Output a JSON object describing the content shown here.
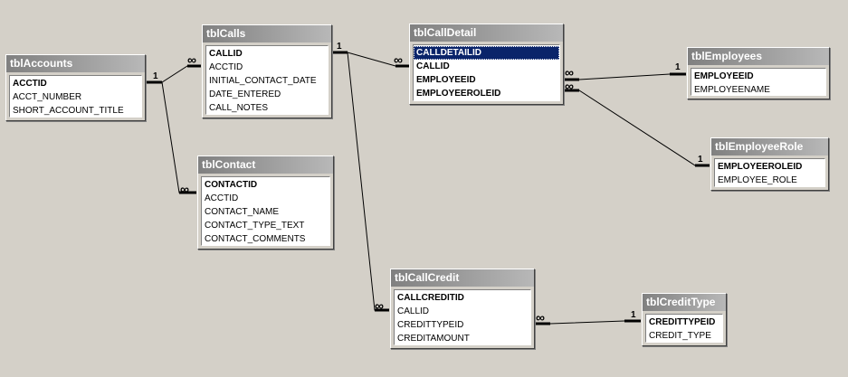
{
  "tables": {
    "accounts": {
      "name": "tblAccounts",
      "fields": [
        "ACCTID",
        "ACCT_NUMBER",
        "SHORT_ACCOUNT_TITLE"
      ]
    },
    "calls": {
      "name": "tblCalls",
      "fields": [
        "CALLID",
        "ACCTID",
        "INITIAL_CONTACT_DATE",
        "DATE_ENTERED",
        "CALL_NOTES"
      ]
    },
    "calldetail": {
      "name": "tblCallDetail",
      "fields": [
        "CALLDETAILID",
        "CALLID",
        "EMPLOYEEID",
        "EMPLOYEEROLEID"
      ]
    },
    "employees": {
      "name": "tblEmployees",
      "fields": [
        "EMPLOYEEID",
        "EMPLOYEENAME"
      ]
    },
    "employeerole": {
      "name": "tblEmployeeRole",
      "fields": [
        "EMPLOYEEROLEID",
        "EMPLOYEE_ROLE"
      ]
    },
    "contact": {
      "name": "tblContact",
      "fields": [
        "CONTACTID",
        "ACCTID",
        "CONTACT_NAME",
        "CONTACT_TYPE_TEXT",
        "CONTACT_COMMENTS"
      ]
    },
    "callcredit": {
      "name": "tblCallCredit",
      "fields": [
        "CALLCREDITID",
        "CALLID",
        "CREDITTYPEID",
        "CREDITAMOUNT"
      ]
    },
    "credittype": {
      "name": "tblCreditType",
      "fields": [
        "CREDITTYPEID",
        "CREDIT_TYPE"
      ]
    }
  },
  "cardinality": {
    "one": "1",
    "many": "∞"
  },
  "relationships": [
    {
      "id": "accounts-calls",
      "one_side": "tblAccounts",
      "many_side": "tblCalls",
      "field": "ACCTID"
    },
    {
      "id": "accounts-contact",
      "one_side": "tblAccounts",
      "many_side": "tblContact",
      "field": "ACCTID"
    },
    {
      "id": "calls-calldetail",
      "one_side": "tblCalls",
      "many_side": "tblCallDetail",
      "field": "CALLID"
    },
    {
      "id": "calls-callcredit",
      "one_side": "tblCalls",
      "many_side": "tblCallCredit",
      "field": "CALLID"
    },
    {
      "id": "employees-calldetail",
      "one_side": "tblEmployees",
      "many_side": "tblCallDetail",
      "field": "EMPLOYEEID"
    },
    {
      "id": "employeerole-calldetail",
      "one_side": "tblEmployeeRole",
      "many_side": "tblCallDetail",
      "field": "EMPLOYEEROLEID"
    },
    {
      "id": "credittype-callcredit",
      "one_side": "tblCreditType",
      "many_side": "tblCallCredit",
      "field": "CREDITTYPEID"
    }
  ],
  "selection": {
    "table": "tblCallDetail",
    "field": "CALLDETAILID"
  }
}
